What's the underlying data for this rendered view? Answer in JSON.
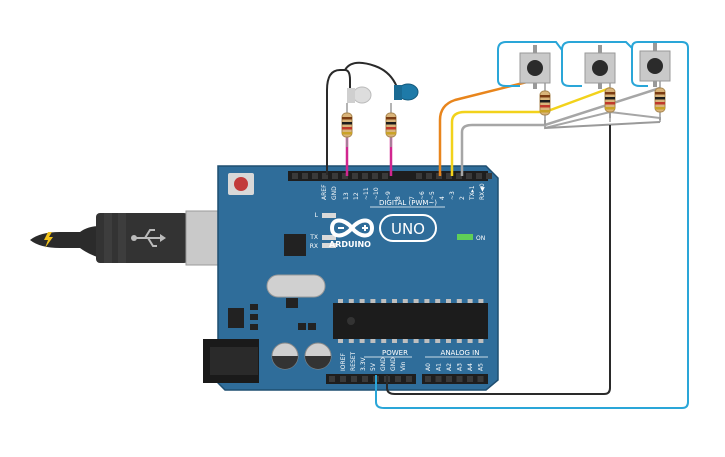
{
  "board": {
    "digital_header": "DIGITAL (PWM~)",
    "brand": "ARDUINO",
    "model": "UNO",
    "on_label": "ON",
    "led_l": "L",
    "led_tx": "TX",
    "led_rx": "RX",
    "power_label": "POWER",
    "analog_label": "ANALOG IN",
    "digital_pins": [
      "AREF",
      "GND",
      "13",
      "12",
      "~11",
      "~10",
      "~9",
      "8",
      "7",
      "~6",
      "~5",
      "4",
      "~3",
      "2",
      "TX▸1",
      "RX◀0"
    ],
    "power_pins": [
      "IOREF",
      "RESET",
      "3.3V",
      "5V",
      "GND",
      "GND",
      "Vin"
    ],
    "analog_pins": [
      "A0",
      "A1",
      "A2",
      "A3",
      "A4",
      "A5"
    ]
  },
  "colors": {
    "board": "#2f6d9a",
    "board_edge": "#1f4e70",
    "wire_orange": "#e8851c",
    "wire_yellow": "#f2d21b",
    "wire_gray": "#a6a6a6",
    "wire_black": "#2a2a2a",
    "wire_blue": "#2aa6d8",
    "wire_magenta": "#d1268f",
    "led_white": "#dddddd",
    "led_blue": "#1e7aa8"
  },
  "icons": [
    "usb-icon",
    "lightning-icon",
    "infinity-logo-icon"
  ]
}
